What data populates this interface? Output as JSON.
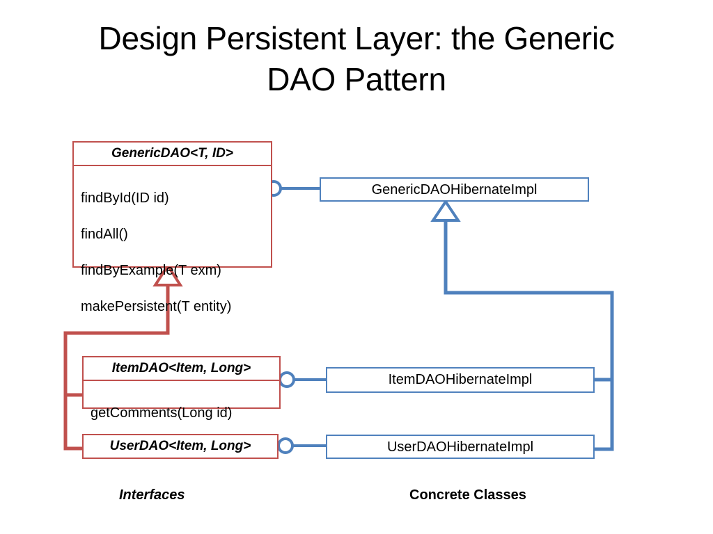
{
  "slide": {
    "title": "Design Persistent Layer: the Generic\nDAO Pattern",
    "background_color": "#FFFFFF"
  },
  "palette": {
    "interface_border": "#C0504D",
    "implementation_border": "#4F81BD",
    "connector_red": "#C0504D",
    "connector_blue": "#4F81BD",
    "text": "#000000"
  },
  "diagram": {
    "type": "uml-class-diagram",
    "interfaces": [
      {
        "name": "GenericDAO<T, ID>",
        "stereotype": "interface",
        "members": [
          "findById(ID id)",
          "findAll()",
          "findByExample(T exm)",
          "makePersistent(T entity)"
        ]
      },
      {
        "name": "ItemDAO<Item, Long>",
        "stereotype": "interface",
        "members": [
          "getComments(Long id)"
        ]
      },
      {
        "name": "UserDAO<Item, Long>",
        "stereotype": "interface",
        "members": []
      }
    ],
    "implementations": [
      {
        "name": "GenericDAOHibernateImpl",
        "stereotype": "class"
      },
      {
        "name": "ItemDAOHibernateImpl",
        "stereotype": "class"
      },
      {
        "name": "UserDAOHibernateImpl",
        "stereotype": "class"
      }
    ],
    "relations": [
      {
        "kind": "generalization",
        "from": "ItemDAO<Item, Long>",
        "to": "GenericDAO<T, ID>",
        "color": "#C0504D"
      },
      {
        "kind": "generalization",
        "from": "UserDAO<Item, Long>",
        "to": "GenericDAO<T, ID>",
        "color": "#C0504D"
      },
      {
        "kind": "generalization",
        "from": "ItemDAOHibernateImpl",
        "to": "GenericDAOHibernateImpl",
        "color": "#4F81BD"
      },
      {
        "kind": "generalization",
        "from": "UserDAOHibernateImpl",
        "to": "GenericDAOHibernateImpl",
        "color": "#4F81BD"
      },
      {
        "kind": "realization-lollipop",
        "from": "GenericDAOHibernateImpl",
        "to": "GenericDAO<T, ID>",
        "color": "#4F81BD"
      },
      {
        "kind": "realization-lollipop",
        "from": "ItemDAOHibernateImpl",
        "to": "ItemDAO<Item, Long>",
        "color": "#4F81BD"
      },
      {
        "kind": "realization-lollipop",
        "from": "UserDAOHibernateImpl",
        "to": "UserDAO<Item, Long>",
        "color": "#4F81BD"
      }
    ]
  },
  "captions": {
    "left": "Interfaces",
    "right": "Concrete Classes"
  }
}
